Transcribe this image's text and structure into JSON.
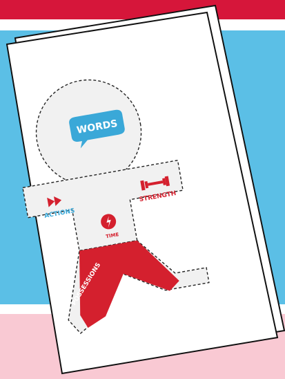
{
  "colors": {
    "top_band": "#d6163a",
    "blue_band": "#5bbfe6",
    "pink_band": "#f9c9d3",
    "accent_red": "#d4202e",
    "speech_blue": "#3aa8d8",
    "figure_fill": "#f1f1f1"
  },
  "figure": {
    "words_label": "WORDS",
    "actions_label": "ACTIONS",
    "strength_label": "STRENGTH",
    "time_label": "TIME",
    "possessions_label": "POSSESSIONS"
  },
  "icons": {
    "actions": "fast-forward-icon",
    "strength": "dumbbell-icon",
    "time": "clock-flame-icon",
    "words": "speech-bubble-icon"
  }
}
